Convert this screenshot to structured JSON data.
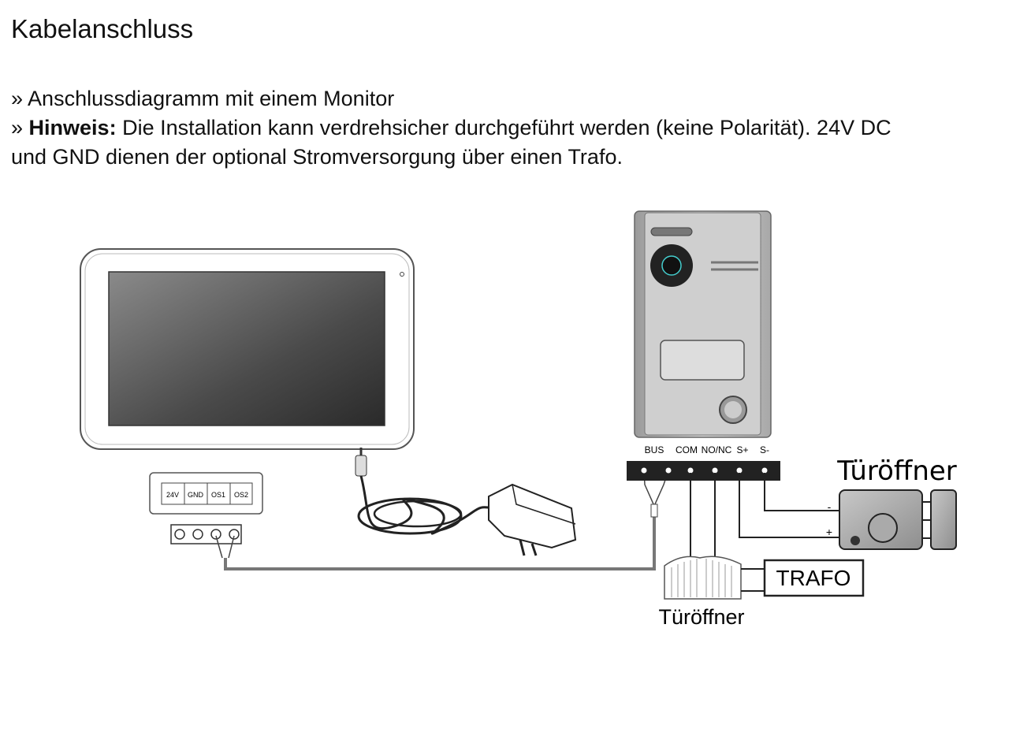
{
  "title": "Kabelanschluss",
  "bullets": {
    "marker": "»",
    "line1": "Anschlussdiagramm mit einem Monitor",
    "hint_label": "Hinweis:",
    "hint_text": "Die Installation kann verdrehsicher durchgeführt werden (keine Polarität). 24V DC",
    "hint_text2": "und GND dienen der optional Stromversorgung über einen Trafo."
  },
  "diagram": {
    "monitor_terminals": [
      "24V",
      "GND",
      "OS1",
      "OS2"
    ],
    "station_terminals": [
      "BUS",
      "COM",
      "NO/NC",
      "S+",
      "S-"
    ],
    "lock_label": "Türöffner",
    "lock_minus": "-",
    "lock_plus": "+",
    "trafo_label": "TRAFO",
    "opener_label": "Türöffner"
  }
}
